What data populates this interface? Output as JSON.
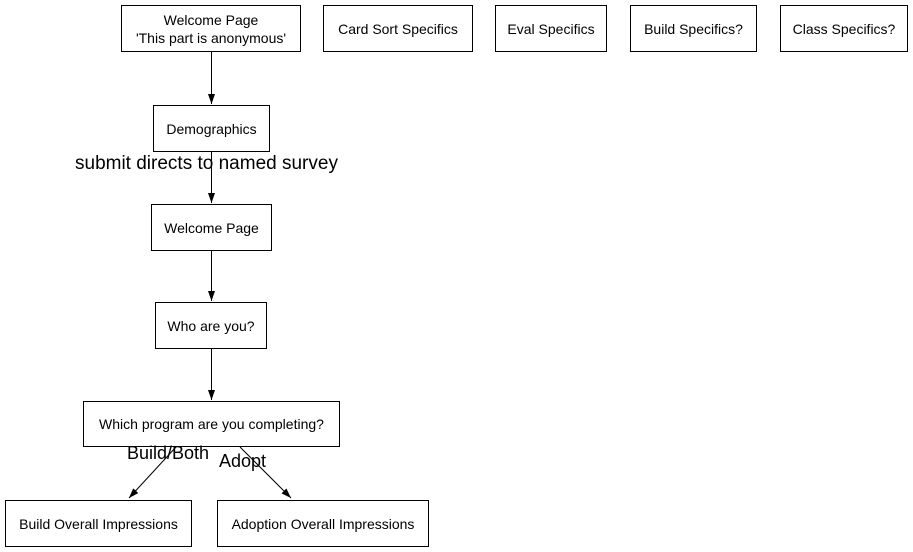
{
  "colors": {
    "background": "#ffffff",
    "node_border": "#000000",
    "node_fill": "#ffffff",
    "arrow": "#000000",
    "text": "#000000"
  },
  "nodes": [
    {
      "id": "welcome-page-anonymous",
      "label": "Welcome Page",
      "sublabel": "'This part is anonymous'"
    },
    {
      "id": "card-sort-specifics",
      "label": "Card Sort Specifics"
    },
    {
      "id": "eval-specifics",
      "label": "Eval Specifics"
    },
    {
      "id": "build-specifics",
      "label": "Build Specifics?"
    },
    {
      "id": "class-specifics",
      "label": "Class Specifics?"
    },
    {
      "id": "demographics",
      "label": "Demographics"
    },
    {
      "id": "welcome-page",
      "label": "Welcome Page"
    },
    {
      "id": "who-are-you",
      "label": "Who are you?"
    },
    {
      "id": "which-program",
      "label": "Which program are you completing?"
    },
    {
      "id": "build-overall-impressions",
      "label": "Build Overall Impressions"
    },
    {
      "id": "adoption-overall-impressions",
      "label": "Adoption Overall Impressions"
    }
  ],
  "annotation": {
    "submit_note": "submit directs to named survey"
  },
  "edge_labels": {
    "build_both": "Build/Both",
    "adopt": "Adopt"
  }
}
